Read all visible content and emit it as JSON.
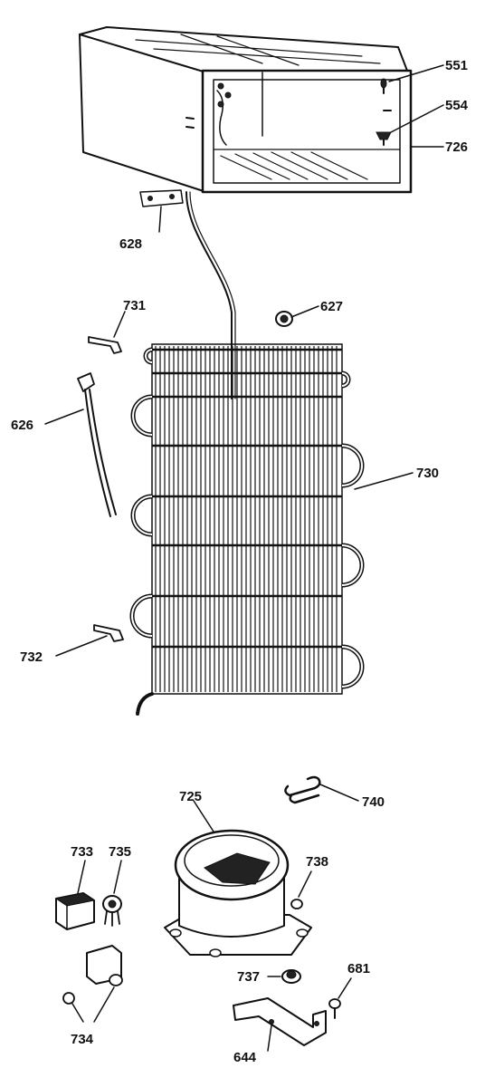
{
  "colors": {
    "ink": "#111111",
    "paper": "#ffffff"
  },
  "callouts": [
    {
      "id": "551",
      "text": "551"
    },
    {
      "id": "554",
      "text": "554"
    },
    {
      "id": "726",
      "text": "726"
    },
    {
      "id": "628",
      "text": "628"
    },
    {
      "id": "627",
      "text": "627"
    },
    {
      "id": "731",
      "text": "731"
    },
    {
      "id": "626",
      "text": "626"
    },
    {
      "id": "730",
      "text": "730"
    },
    {
      "id": "732",
      "text": "732"
    },
    {
      "id": "725",
      "text": "725"
    },
    {
      "id": "740",
      "text": "740"
    },
    {
      "id": "733",
      "text": "733"
    },
    {
      "id": "735",
      "text": "735"
    },
    {
      "id": "738",
      "text": "738"
    },
    {
      "id": "737",
      "text": "737"
    },
    {
      "id": "681",
      "text": "681"
    },
    {
      "id": "734",
      "text": "734"
    },
    {
      "id": "644",
      "text": "644"
    }
  ]
}
